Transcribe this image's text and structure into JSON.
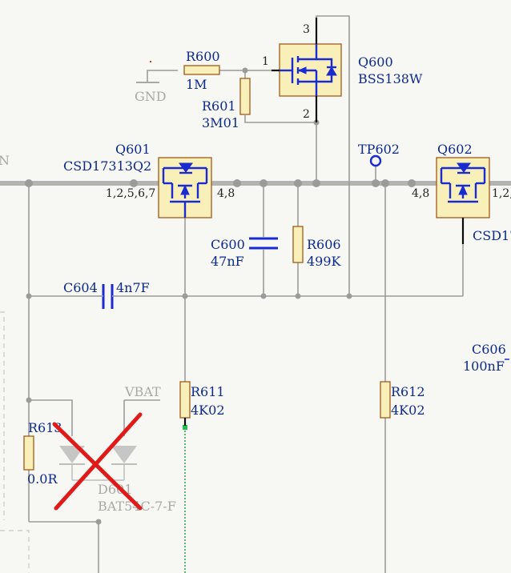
{
  "edge_labels": {
    "left_net_fragment": "N"
  },
  "components": {
    "R600": {
      "designator": "R600",
      "value": "1M"
    },
    "R601": {
      "designator": "R601",
      "value": "3M01"
    },
    "Q600": {
      "designator": "Q600",
      "part": "BSS138W",
      "pin_gate": "1",
      "pin_source": "2",
      "pin_drain": "3"
    },
    "Q601": {
      "designator": "Q601",
      "part": "CSD17313Q2",
      "pins_left": "1,2,5,6,7",
      "pins_right": "4,8"
    },
    "Q602": {
      "designator": "Q602",
      "part_fragment": "CSD17",
      "pins_left": "4,8",
      "pins_right_fragment": "1,2,"
    },
    "TP602": {
      "designator": "TP602"
    },
    "C600": {
      "designator": "C600",
      "value": "47nF"
    },
    "R606": {
      "designator": "R606",
      "value": "499K"
    },
    "C604": {
      "designator": "C604",
      "value": "4n7F"
    },
    "C606": {
      "designator_fragment": "C606",
      "value_fragment": "100nF"
    },
    "R611": {
      "designator": "R611",
      "value": "4K02"
    },
    "R612": {
      "designator": "R612",
      "value": "4K02"
    },
    "R613": {
      "designator": "R613",
      "value": "0.0R"
    },
    "D601": {
      "designator": "D601",
      "part": "BAT54C-7-F",
      "status": "not fitted (crossed out)"
    }
  },
  "nets": {
    "gnd": "GND",
    "vbat": "VBAT"
  },
  "colors": {
    "designator": "#0c2a8c",
    "wire": "#9b9b9b",
    "symbol": "#1a2bd1",
    "component_body": "#f9efb9",
    "dnp_mark": "#e01919"
  }
}
